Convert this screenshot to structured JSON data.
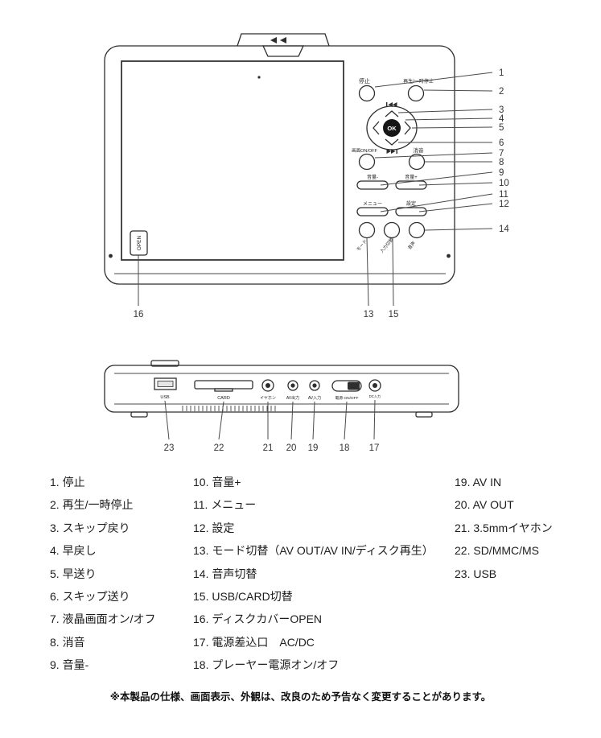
{
  "front": {
    "labels": {
      "open": "OPEN",
      "ok": "OK",
      "stop": "停止",
      "play_pause": "再生/一時停止",
      "screen_onoff": "画面ON/OFF",
      "mute": "消音",
      "vol_minus": "音量-",
      "vol_plus": "音量+",
      "menu": "メニュー",
      "setup": "設定",
      "mode": "モード",
      "input_switch": "入力切替",
      "audio": "音声"
    }
  },
  "side": {
    "labels": {
      "usb": "USB",
      "card": "CARD",
      "earphone": "イヤホン",
      "av_out": "AV出力",
      "av_in": "AV入力",
      "power": "電源 ON/OFF",
      "dc": "DC入力"
    }
  },
  "callouts": {
    "c1": "1",
    "c2": "2",
    "c3": "3",
    "c4": "4",
    "c5": "5",
    "c6": "6",
    "c7": "7",
    "c8": "8",
    "c9": "9",
    "c10": "10",
    "c11": "11",
    "c12": "12",
    "c13": "13",
    "c14": "14",
    "c15": "15",
    "c16": "16",
    "c17": "17",
    "c18": "18",
    "c19": "19",
    "c20": "20",
    "c21": "21",
    "c22": "22",
    "c23": "23"
  },
  "legend": {
    "col1": [
      "1. 停止",
      "2. 再生/一時停止",
      "3. スキップ戻り",
      "4. 早戻し",
      "5. 早送り",
      "6. スキップ送り",
      "7. 液晶画面オン/オフ",
      "8. 消音",
      "9. 音量-"
    ],
    "col2": [
      "10. 音量+",
      "11. メニュー",
      "12. 設定",
      "13. モード切替（AV OUT/AV IN/ディスク再生）",
      "14. 音声切替",
      "15. USB/CARD切替",
      "16. ディスクカバーOPEN",
      "17. 電源差込口　AC/DC",
      "18. プレーヤー電源オン/オフ"
    ],
    "col3": [
      "19. AV IN",
      "20. AV OUT",
      "21. 3.5mmイヤホン",
      "22. SD/MMC/MS",
      "23. USB"
    ]
  },
  "note": "※本製品の仕様、画面表示、外観は、改良のため予告なく変更することがあります。"
}
